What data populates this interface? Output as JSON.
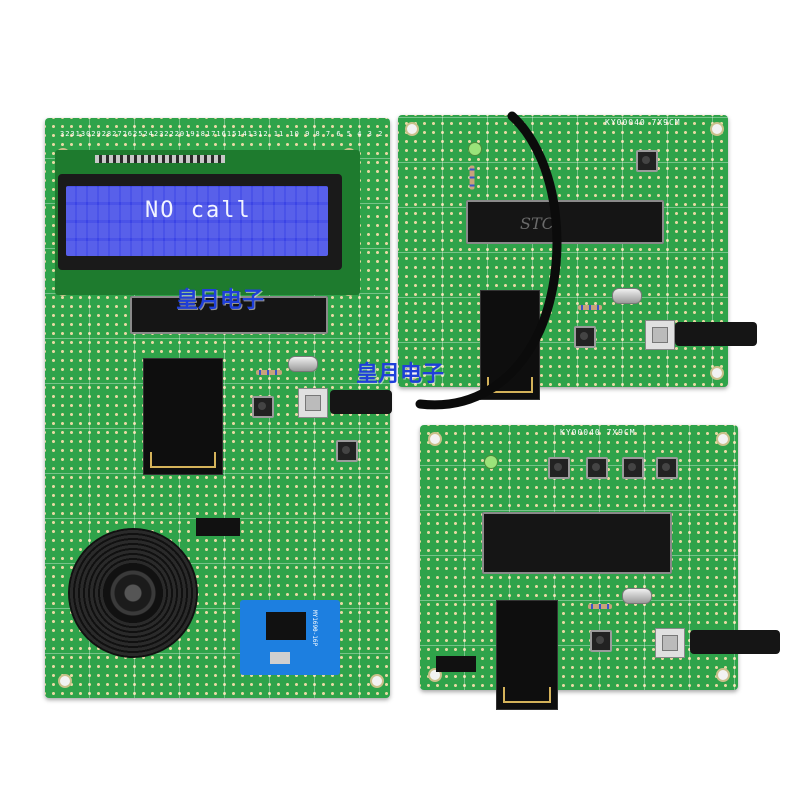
{
  "scene": {
    "description_tag": "photo",
    "background_color": "#ffffff",
    "board_color": "#2fa34a"
  },
  "lcd": {
    "text": "NO call",
    "screen_color": "#3b44e6"
  },
  "watermarks": {
    "center": "皇月电子",
    "blue_overlay": "皇月电子"
  },
  "board_labels": {
    "top_left_numbers": "3231302928272625242322201918171615141312 11 10 9  8 7 6 5 4 3 2",
    "right_board_top": "KY00040 7X9CM",
    "right_board_bottom": "KY00040 7X9CM",
    "mp3_module": "MY1690-16P",
    "chip_marking": "STC"
  }
}
